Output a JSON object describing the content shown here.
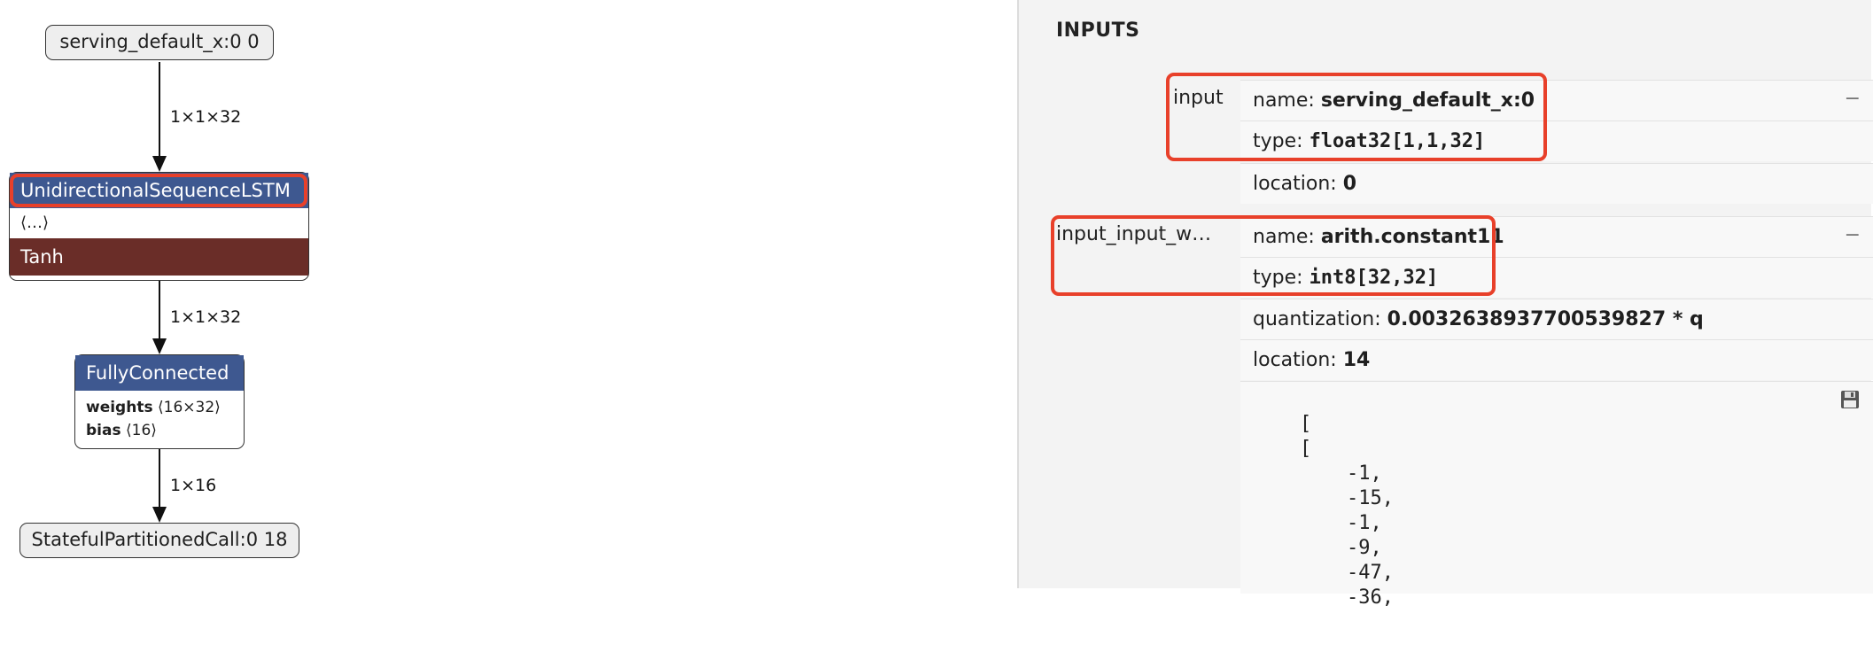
{
  "graph": {
    "input_node": "serving_default_x:0 0",
    "edge1_label": "1×1×32",
    "lstm": {
      "title": "UnidirectionalSequenceLSTM",
      "attrs": "⟨…⟩",
      "activation": "Tanh"
    },
    "edge2_label": "1×1×32",
    "fc": {
      "title": "FullyConnected",
      "weights_name": "weights",
      "weights_shape": "⟨16×32⟩",
      "bias_name": "bias",
      "bias_shape": "⟨16⟩"
    },
    "edge3_label": "1×16",
    "output_node": "StatefulPartitionedCall:0 18"
  },
  "panel": {
    "section_title": "INPUTS",
    "input": {
      "label": "input",
      "name_key": "name:",
      "name_value": "serving_default_x:0",
      "type_key": "type:",
      "type_value": "float32[1,1,32]",
      "location_key": "location:",
      "location_value": "0",
      "collapse": "−"
    },
    "weights": {
      "label": "input_input_w…",
      "name_key": "name:",
      "name_value": "arith.constant11",
      "type_key": "type:",
      "type_value": "int8[32,32]",
      "quant_key": "quantization:",
      "quant_value": "0.0032638937700539827 * q",
      "location_key": "location:",
      "location_value": "14",
      "collapse": "−",
      "tensor_text": "[\n    [\n        -1,\n        -15,\n        -1,\n        -9,\n        -47,\n        -36,"
    }
  },
  "colors": {
    "op_header": "#3e5890",
    "activation": "#6a2d28",
    "highlight": "#e8402a"
  }
}
